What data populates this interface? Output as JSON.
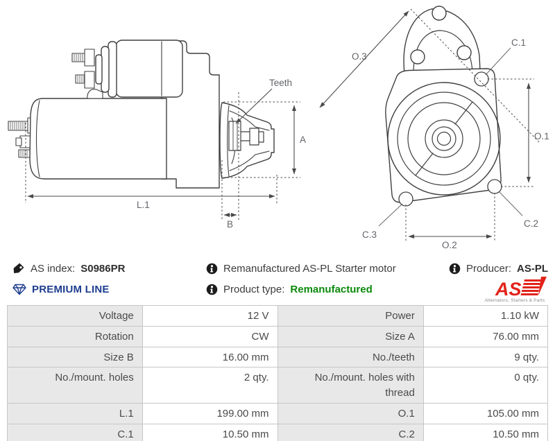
{
  "drawing": {
    "side_view": {
      "labels": {
        "teeth": "Teeth",
        "a": "A",
        "l1": "L.1",
        "b": "B"
      }
    },
    "front_view": {
      "labels": {
        "o3": "O.3",
        "c1": "C.1",
        "o1": "O.1",
        "c2": "C.2",
        "c3": "C.3",
        "o2": "O.2"
      }
    }
  },
  "info": {
    "as_index_label": "AS index:",
    "as_index_value": "S0986PR",
    "premium_line": "PREMIUM LINE",
    "description": "Remanufactured AS-PL Starter motor",
    "product_type_label": "Product type:",
    "product_type_value": "Remanufactured",
    "producer_label": "Producer:",
    "producer_value": "AS-PL",
    "logo_text": "AS",
    "logo_tagline": "Alternators, Starters & Parts"
  },
  "colors": {
    "premium_blue": "#1d3d8f",
    "remanufactured_green": "#0b8a0b",
    "logo_red": "#e2231a",
    "drawing_line": "#3f3f3f",
    "dimension_gray": "#63646a",
    "table_label_bg": "#e8e8e8",
    "table_border": "#c6c6c6"
  },
  "table": {
    "rows": [
      {
        "c0": "Voltage",
        "c1": "12 V",
        "c2": "Power",
        "c3": "1.10 kW"
      },
      {
        "c0": "Rotation",
        "c1": "CW",
        "c2": "Size A",
        "c3": "76.00 mm"
      },
      {
        "c0": "Size B",
        "c1": "16.00 mm",
        "c2": "No./teeth",
        "c3": "9 qty."
      },
      {
        "c0": "No./mount. holes",
        "c1": "2 qty.",
        "c2": "No./mount. holes with thread",
        "c3": "0 qty."
      },
      {
        "c0": "L.1",
        "c1": "199.00 mm",
        "c2": "O.1",
        "c3": "105.00 mm"
      },
      {
        "c0": "C.1",
        "c1": "10.50 mm",
        "c2": "C.2",
        "c3": "10.50 mm"
      }
    ]
  }
}
